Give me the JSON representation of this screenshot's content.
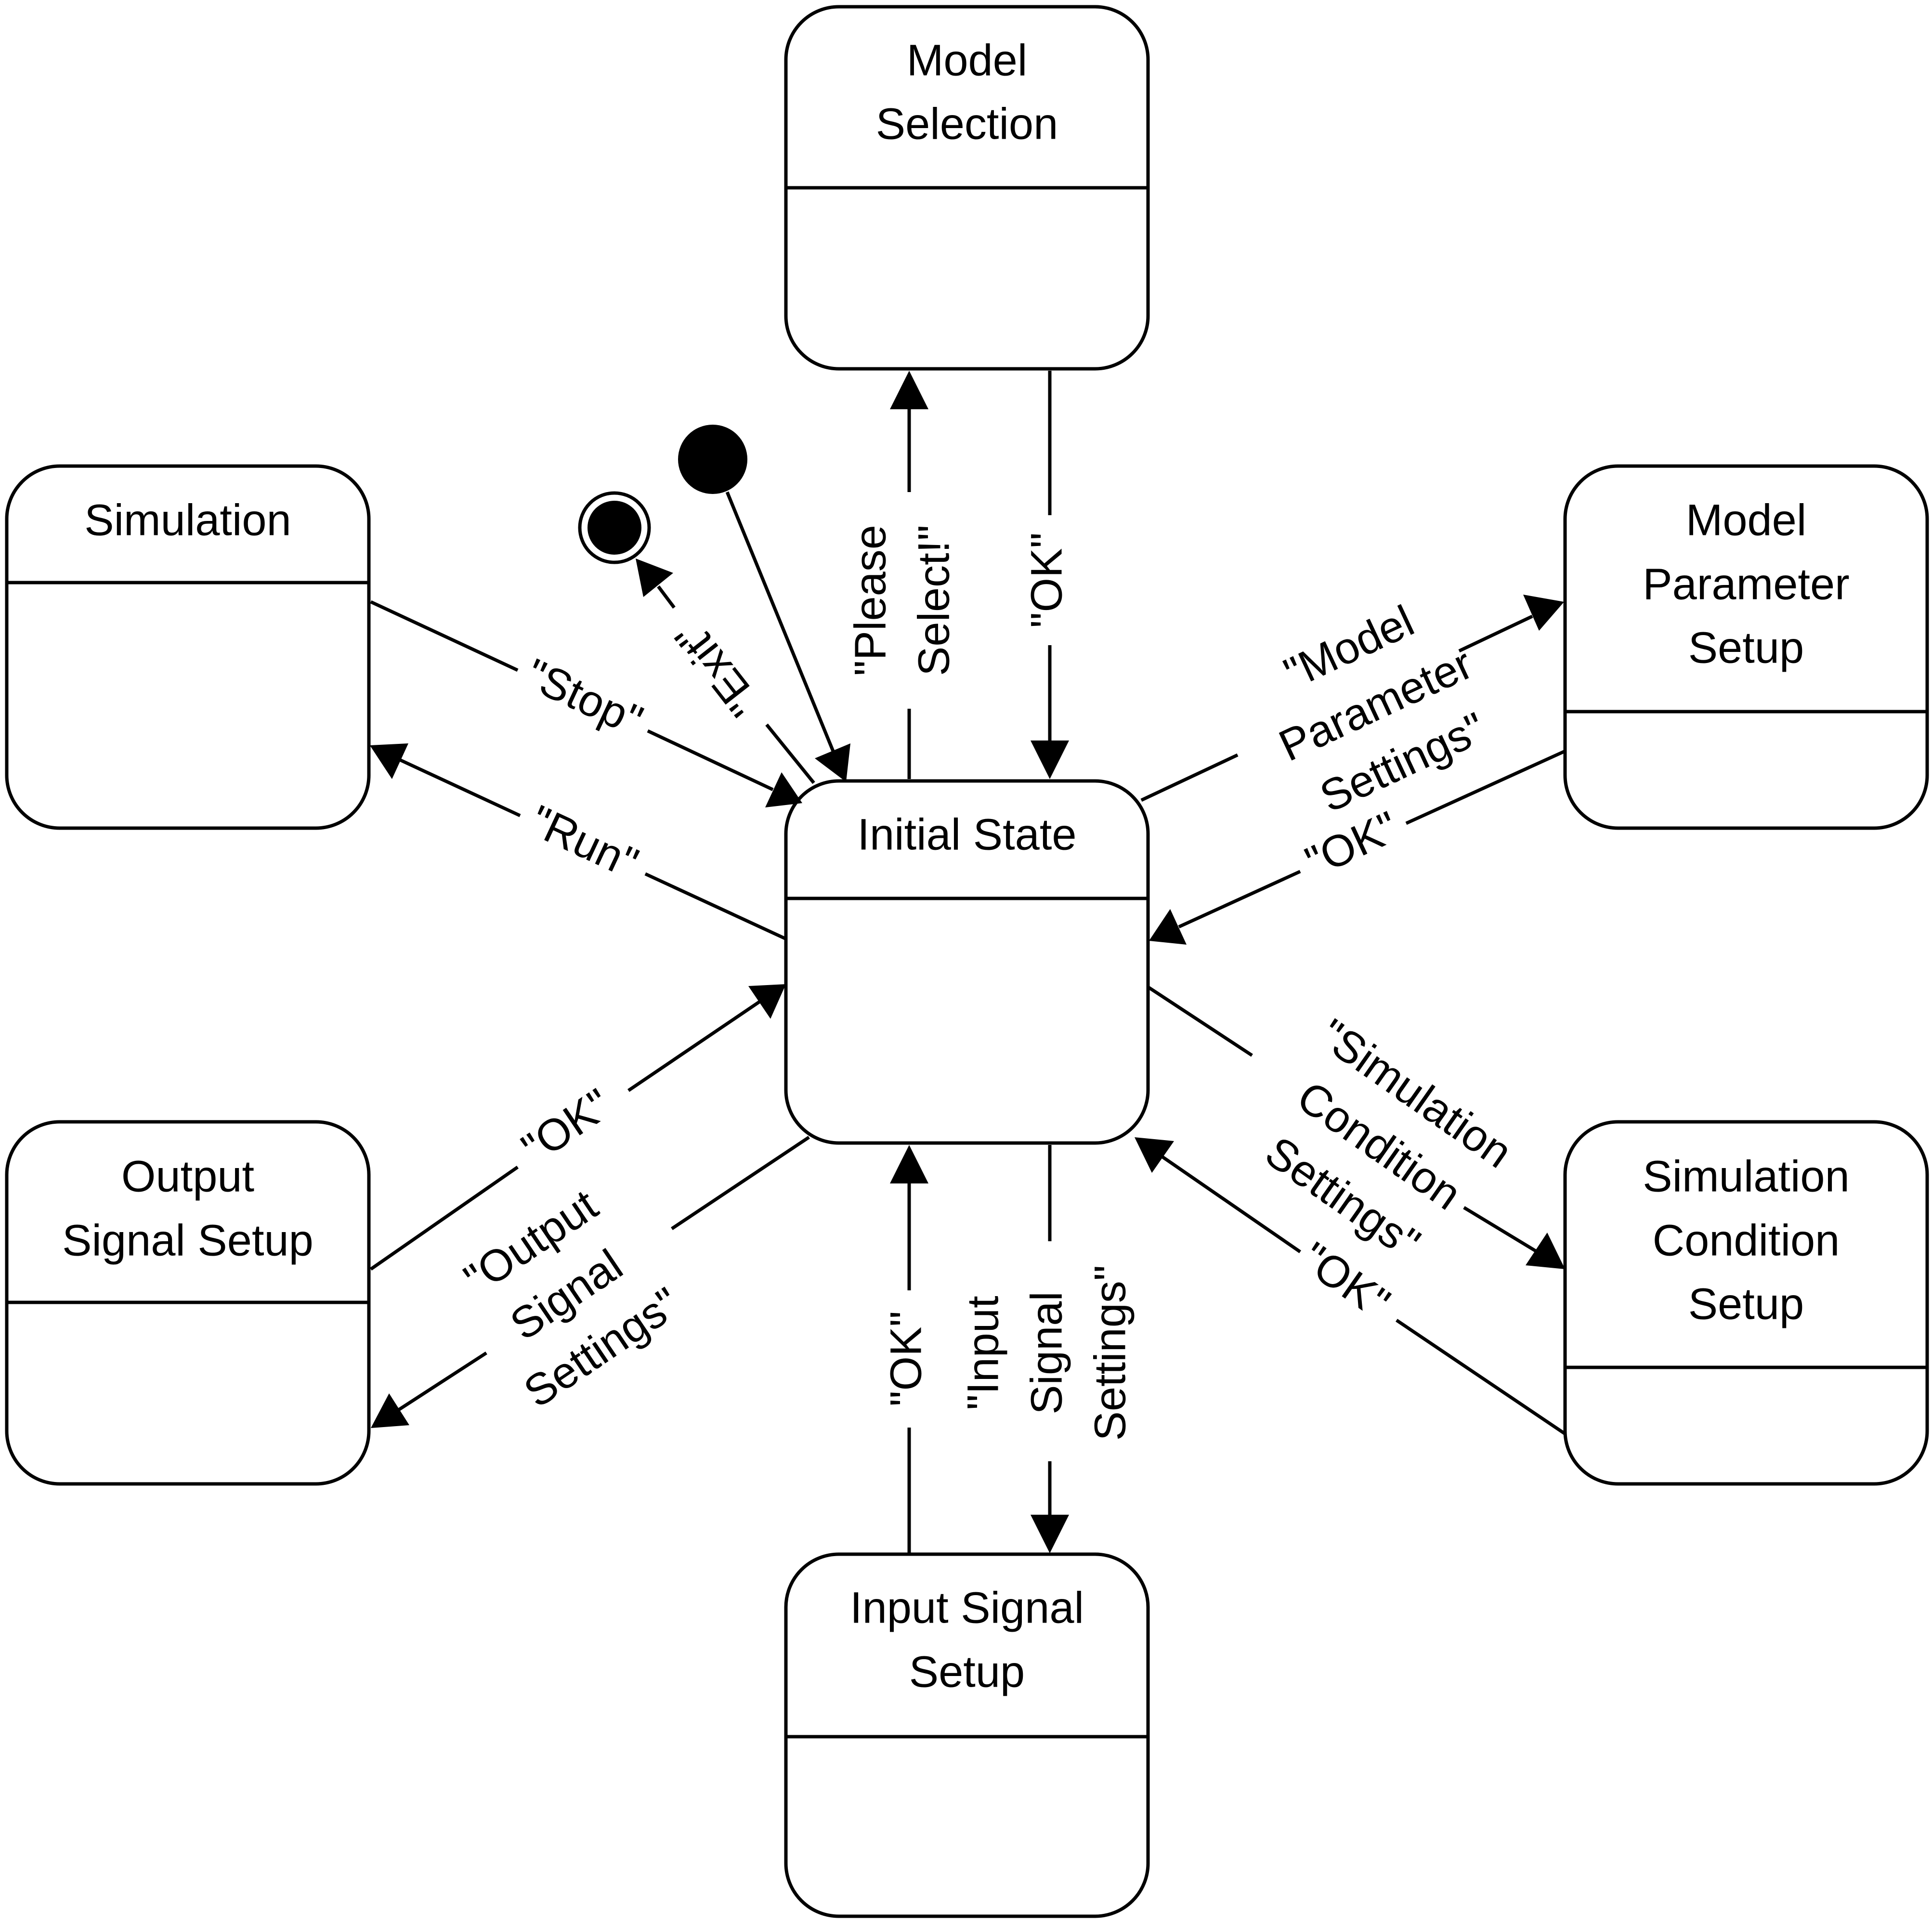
{
  "diagram": {
    "states": {
      "model_selection": [
        "Model",
        "Selection"
      ],
      "simulation": [
        "Simulation"
      ],
      "model_parameter_setup": [
        "Model",
        "Parameter",
        "Setup"
      ],
      "initial_state": [
        "Initial State"
      ],
      "output_signal_setup": [
        "Output",
        "Signal Setup"
      ],
      "simulation_condition_setup": [
        "Simulation",
        "Condition",
        "Setup"
      ],
      "input_signal_setup": [
        "Input Signal",
        "Setup"
      ]
    },
    "transitions": {
      "please_select": [
        "\"Please",
        "Select!\""
      ],
      "ok_model_selection": [
        "\"OK\""
      ],
      "model_parameter_settings": [
        "\"Model",
        "Parameter",
        "Settings\""
      ],
      "ok_model_parameter": [
        "\"OK\""
      ],
      "stop": [
        "\"Stop\""
      ],
      "run": [
        "\"Run\""
      ],
      "exit": [
        "\"Exit\""
      ],
      "simulation_condition_settings": [
        "\"Simulation",
        "Condition",
        "Settings\""
      ],
      "ok_simulation_condition": [
        "\"OK\""
      ],
      "ok_output_signal": [
        "\"OK\""
      ],
      "output_signal_settings": [
        "\"Output",
        "Signal",
        "Settings\""
      ],
      "ok_input_signal": [
        "\"OK\""
      ],
      "input_signal_settings": [
        "\"Input",
        "Signal",
        "Settings\""
      ]
    },
    "pseudostates": {
      "initial": "filled-circle",
      "final": "bullseye-circle"
    }
  }
}
